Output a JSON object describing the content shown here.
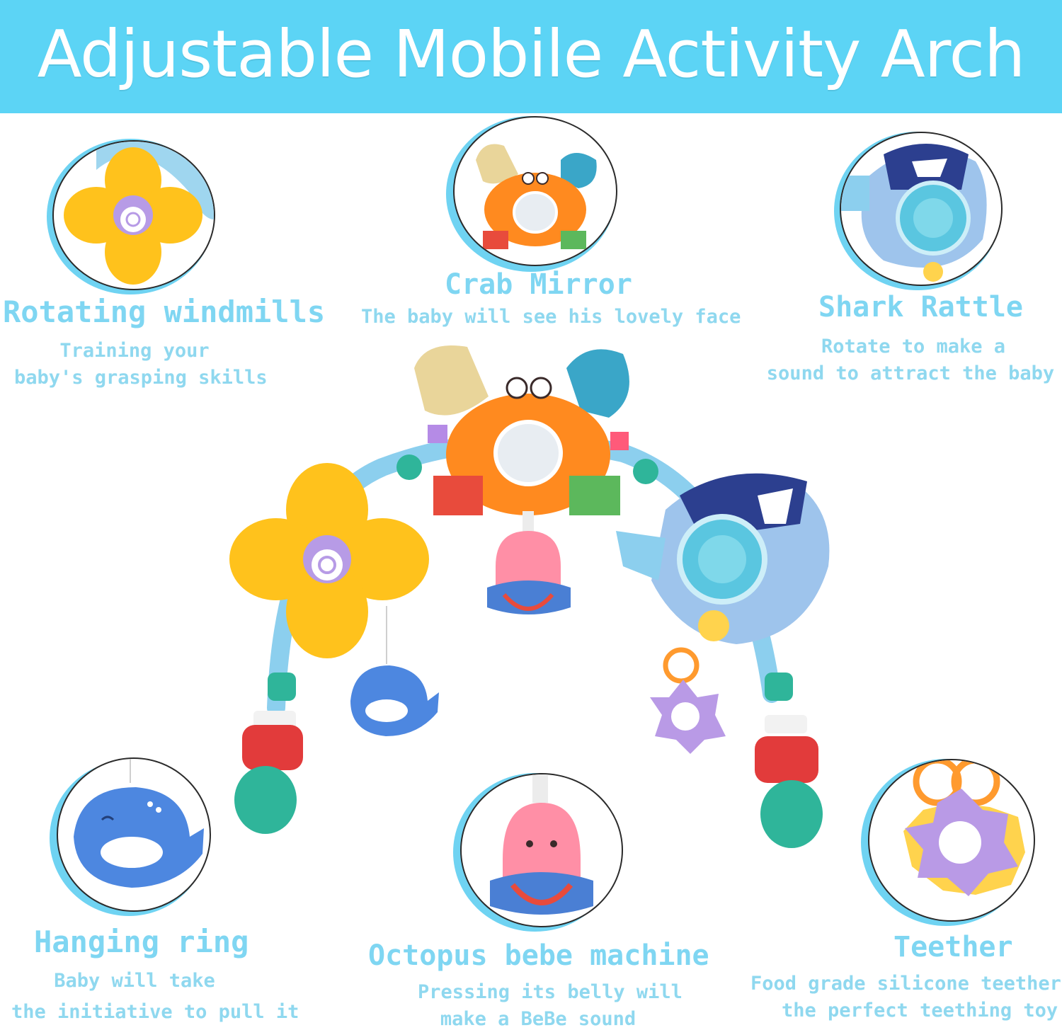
{
  "banner": {
    "title": "Adjustable Mobile Activity Arch",
    "color": "#5cd4f5"
  },
  "features": {
    "windmills": {
      "title": "Rotating windmills",
      "desc_line1": "Training your",
      "desc_line2": "baby's grasping skills",
      "icon": "windmill-icon"
    },
    "crab": {
      "title": "Crab Mirror",
      "desc_line1": "The baby will see his lovely face",
      "icon": "crab-mirror-icon"
    },
    "shark": {
      "title": "Shark Rattle",
      "desc_line1": "Rotate to make a",
      "desc_line2": "sound to attract the baby",
      "icon": "shark-rattle-icon"
    },
    "ring": {
      "title": "Hanging ring",
      "desc_line1": "Baby will take",
      "desc_line2": "the initiative to pull it",
      "icon": "whale-ring-icon"
    },
    "octopus": {
      "title": "Octopus bebe machine",
      "desc_line1": "Pressing its belly will",
      "desc_line2": "make a BeBe sound",
      "icon": "octopus-icon"
    },
    "teether": {
      "title": "Teether",
      "desc_line1": "Food grade silicone teether,",
      "desc_line2": "the perfect teething toy",
      "icon": "teether-icon"
    }
  },
  "colors": {
    "title_text": "#7fd6f2",
    "arch_blue": "#8ccfee",
    "windmill_yellow": "#ffc21c",
    "crab_orange": "#ff8a1f",
    "shark_navy": "#2c3f8f",
    "teether_purple": "#b99ae6"
  }
}
